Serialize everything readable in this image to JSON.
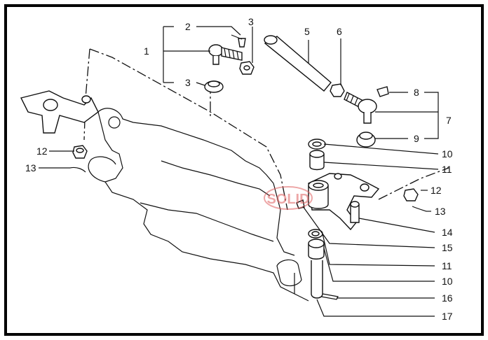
{
  "callouts": [
    {
      "id": "c1",
      "text": "1"
    },
    {
      "id": "c2",
      "text": "2"
    },
    {
      "id": "c3a",
      "text": "3"
    },
    {
      "id": "c3b",
      "text": "3"
    },
    {
      "id": "c5",
      "text": "5"
    },
    {
      "id": "c6",
      "text": "6"
    },
    {
      "id": "c7",
      "text": "7"
    },
    {
      "id": "c8",
      "text": "8"
    },
    {
      "id": "c9",
      "text": "9"
    },
    {
      "id": "c10a",
      "text": "10"
    },
    {
      "id": "c11a",
      "text": "11"
    },
    {
      "id": "c12a",
      "text": "12"
    },
    {
      "id": "c13a",
      "text": "13"
    },
    {
      "id": "c12b",
      "text": "12"
    },
    {
      "id": "c13b",
      "text": "13"
    },
    {
      "id": "c14",
      "text": "14"
    },
    {
      "id": "c15",
      "text": "15"
    },
    {
      "id": "c11b",
      "text": "11"
    },
    {
      "id": "c10b",
      "text": "10"
    },
    {
      "id": "c16",
      "text": "16"
    },
    {
      "id": "c17",
      "text": "17"
    }
  ],
  "watermark": "SOLID",
  "colors": {
    "line": "#111111",
    "watermark": "#e06060",
    "background": "#ffffff"
  }
}
